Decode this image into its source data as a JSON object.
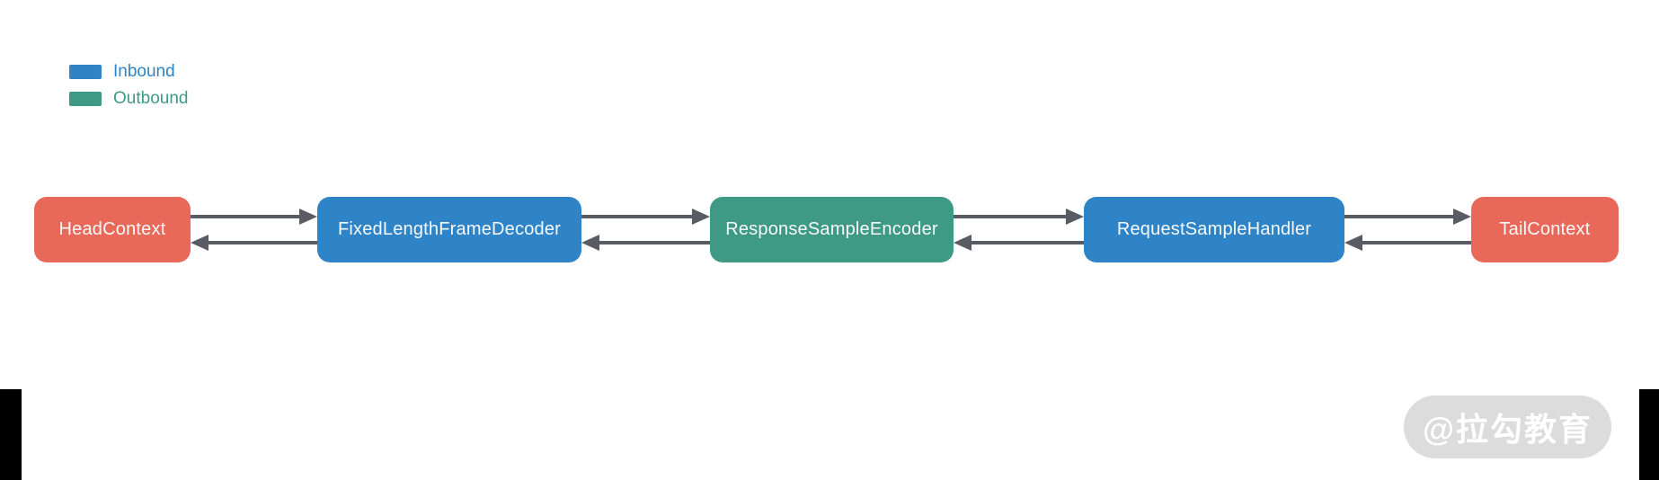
{
  "legend": {
    "items": [
      {
        "id": "inbound",
        "label": "Inbound",
        "color": "#2e84c6"
      },
      {
        "id": "outbound",
        "label": "Outbound",
        "color": "#3e9a84"
      }
    ]
  },
  "pipeline": {
    "nodes": [
      {
        "label": "HeadContext",
        "role": "context",
        "color": "#e8695a"
      },
      {
        "label": "FixedLengthFrameDecoder",
        "role": "inbound",
        "color": "#2e84c6"
      },
      {
        "label": "ResponseSampleEncoder",
        "role": "outbound",
        "color": "#3e9a84"
      },
      {
        "label": "RequestSampleHandler",
        "role": "inbound",
        "color": "#2e84c6"
      },
      {
        "label": "TailContext",
        "role": "context",
        "color": "#e8695a"
      }
    ],
    "flow": {
      "top_arrows_direction": "right",
      "bottom_arrows_direction": "left",
      "arrow_color": "#5b5b64"
    }
  },
  "watermark": {
    "text": "@拉勾教育"
  }
}
